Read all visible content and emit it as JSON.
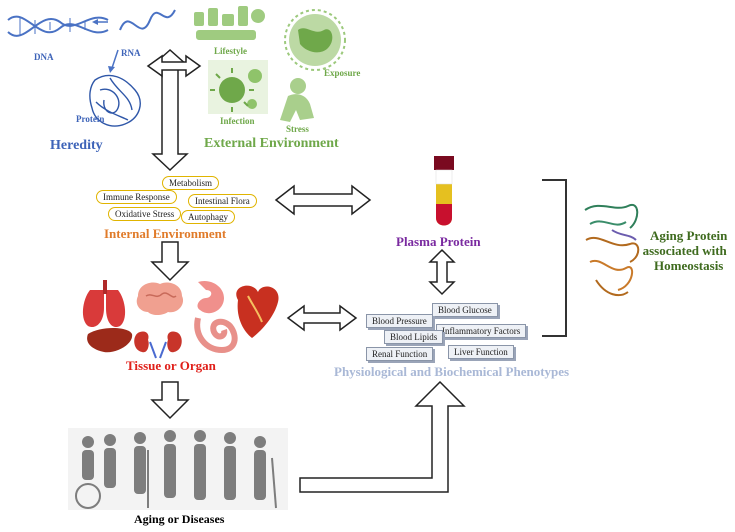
{
  "heredity": {
    "dna": "DNA",
    "rna": "RNA",
    "protein": "Protein",
    "title": "Heredity"
  },
  "external": {
    "lifestyle": "Lifestyle",
    "exposure": "Exposure",
    "infection": "Infection",
    "stress": "Stress",
    "title": "External Environment"
  },
  "internal": {
    "metabolism": "Metabolism",
    "immune_response": "Immune Response",
    "intestinal_flora": "Intestinal Flora",
    "oxidative_stress": "Oxidative Stress",
    "autophagy": "Autophagy",
    "title": "Internal Environment"
  },
  "plasma": {
    "title": "Plasma Protein"
  },
  "aging_protein": {
    "line1": "Aging Protein",
    "line2": "associated with",
    "line3": "Homeostasis"
  },
  "tissue": {
    "title": "Tissue or Organ"
  },
  "phenotypes": {
    "blood_glucose": "Blood Glucose",
    "blood_pressure": "Blood Pressure",
    "blood_lipids": "Blood Lipids",
    "inflammatory_factors": "Inflammatory Factors",
    "renal_function": "Renal Function",
    "liver_function": "Liver Function",
    "title": "Physiological and Biochemical Phenotypes"
  },
  "aging": {
    "title": "Aging or Diseases"
  },
  "colors": {
    "heredity": "#3d63b8",
    "external": "#6fa84a",
    "internal": "#e07b2a",
    "plasma": "#7a2aa0",
    "aging_protein": "#3f6b1f",
    "tissue": "#e0201a",
    "phenotypes": "#a9b8d6",
    "aging": "#000000"
  }
}
